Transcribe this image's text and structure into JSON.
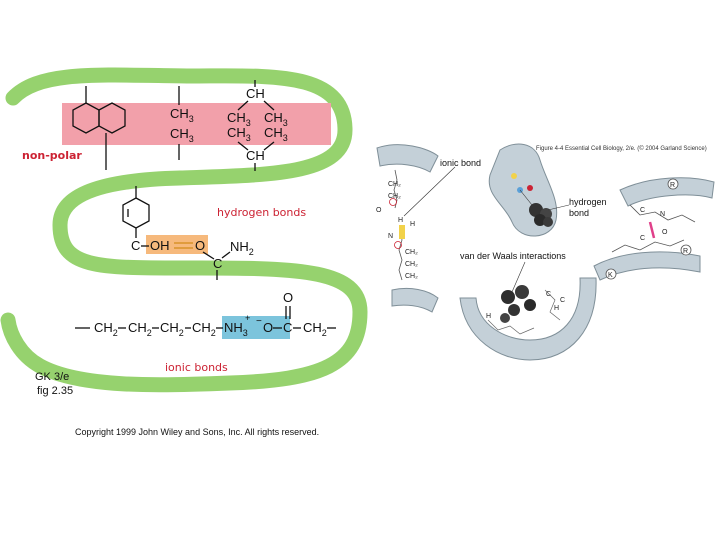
{
  "left": {
    "labels": {
      "non_polar": "non-polar",
      "hydrogen_bonds": "hydrogen bonds",
      "ionic_bonds": "ionic bonds"
    },
    "groups": {
      "ch": "CH",
      "ch3": "CH",
      "three": "3",
      "c": "C",
      "oh": "OH",
      "o": "O",
      "nh2": "NH",
      "two": "2",
      "ch2": "CH",
      "nh3": "NH",
      "plus": "+",
      "minus": "−"
    },
    "note_line1": "GK 3/e",
    "note_line2": "fig 2.35",
    "copyright": "Copyright 1999 John Wiley and Sons, Inc. All rights reserved."
  },
  "right": {
    "source": "Figure 4-4  Essential Cell Biology, 2/e. (© 2004 Garland Science)",
    "ionic_bond": "ionic bond",
    "hydrogen_bond_line1": "hydrogen",
    "hydrogen_bond_line2": "bond",
    "vdw": "van der Waals interactions",
    "atoms": {
      "r": "R",
      "k": "K",
      "o": "O",
      "n": "N",
      "h": "H",
      "c": "C",
      "ch2": "CH₂",
      "ch3": "CH₃"
    }
  },
  "colors": {
    "ribbon": "#96d26e",
    "nonpolar_band": "#f2a0aa",
    "hbond_box": "#f6b97c",
    "ionic_box": "#7cc4dc",
    "label_red": "#cc2233",
    "tube": "#c4d0d8"
  }
}
